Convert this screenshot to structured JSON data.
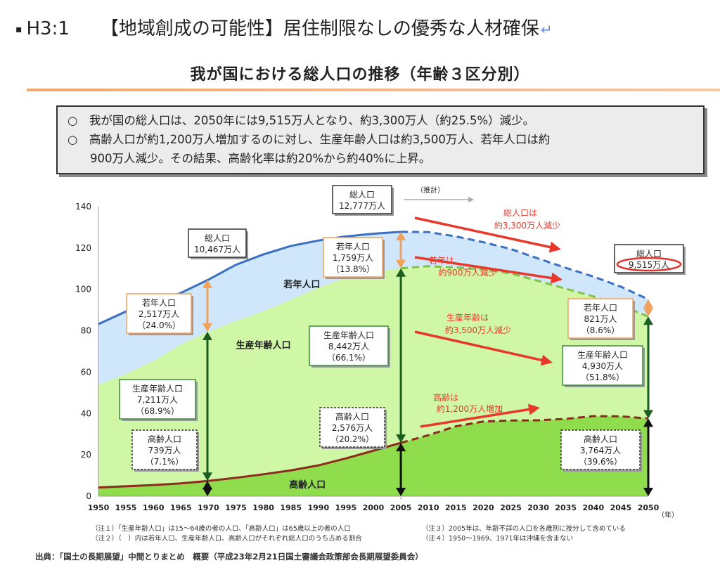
{
  "header": {
    "bullet": "▪",
    "code": "H3:1",
    "title": "【地域創成の可能性】居住制限なしの優秀な人材確保",
    "return_mark": "↵"
  },
  "chart_title": "我が国における総人口の推移（年齢３区分別）",
  "summary": {
    "line1": "○　我が国の総人口は、2050年には9,515万人となり、約3,300万人（約25.5%）減少。",
    "line2": "○　高齢人口が約1,200万人増加するのに対し、生産年齢人口は約3,500万人、若年人口は約",
    "line3": "900万人減少。その結果、高齢化率は約20%から約40%に上昇。"
  },
  "colors": {
    "total_line": "#3a6fc4",
    "young_fill": "#cfe6fb",
    "working_fill": "#cff7a6",
    "elderly_fill": "#8fdc4c",
    "elderly_line": "#8c2a1e",
    "working_dash": "#7fc24a",
    "arrow_red": "#e8382a",
    "arrow_orange": "#f2a15c",
    "arrow_green": "#1b5e20",
    "callout_blue_border": "#6b8fd6",
    "callout_orange_border": "#f2a15c",
    "callout_green_border": "#3a8a3a"
  },
  "chart_data": {
    "type": "area",
    "x": [
      1950,
      1955,
      1960,
      1965,
      1970,
      1975,
      1980,
      1985,
      1990,
      1995,
      2000,
      2005,
      2010,
      2015,
      2020,
      2025,
      2030,
      2035,
      2040,
      2045,
      2050
    ],
    "x_ticks": [
      "1950",
      "1955",
      "1960",
      "1965",
      "1970",
      "1975",
      "1980",
      "1985",
      "1990",
      "1995",
      "2000",
      "2005",
      "2010",
      "2015",
      "2020",
      "2025",
      "2030",
      "2035",
      "2040",
      "2045",
      "2050"
    ],
    "x_unit": "（年）",
    "ylim": [
      0,
      140
    ],
    "y_ticks": [
      "0",
      "20",
      "40",
      "60",
      "80",
      "100",
      "120",
      "140"
    ],
    "grid": false,
    "projection_start": 2005,
    "projection_label": "（推計）",
    "series": [
      {
        "name": "高齢人口",
        "values": [
          4.2,
          4.8,
          5.4,
          6.2,
          7.4,
          8.9,
          10.6,
          12.5,
          14.9,
          18.3,
          22.0,
          25.8,
          29.5,
          33.8,
          36.1,
          36.6,
          36.7,
          37.4,
          38.7,
          38.6,
          37.6
        ]
      },
      {
        "name": "生産年齢人口",
        "values": [
          49.7,
          54.3,
          60.0,
          67.2,
          72.1,
          75.8,
          78.8,
          82.5,
          85.9,
          87.2,
          86.4,
          84.4,
          81.7,
          76.8,
          73.6,
          71.1,
          67.4,
          62.9,
          57.9,
          53.5,
          49.3
        ]
      },
      {
        "name": "若年人口",
        "values": [
          29.4,
          29.8,
          28.1,
          25.5,
          25.2,
          27.2,
          27.5,
          26.0,
          22.5,
          20.0,
          18.5,
          17.6,
          16.5,
          15.0,
          13.2,
          11.8,
          10.8,
          10.1,
          9.6,
          9.2,
          8.6
        ]
      }
    ],
    "total_values": [
      83.2,
      89.3,
      93.4,
      98.3,
      104.7,
      111.9,
      116.9,
      121.0,
      123.6,
      125.6,
      126.9,
      127.8,
      127.7,
      125.6,
      122.8,
      119.5,
      114.9,
      110.4,
      106.2,
      101.3,
      95.2
    ],
    "area_labels": {
      "young": "若年人口",
      "working": "生産年齢人口",
      "elderly": "高齢人口"
    },
    "annotations": {
      "c1970_total": [
        "総人口",
        "10,467万人"
      ],
      "c1970_young": [
        "若年人口",
        "2,517万人",
        "（24.0%）"
      ],
      "c1970_working": [
        "生産年齢人口",
        "7,211万人",
        "（68.9%）"
      ],
      "c1970_elderly": [
        "高齢人口",
        "739万人",
        "（7.1%）"
      ],
      "c2005_total": [
        "総人口",
        "12,777万人"
      ],
      "c2005_young": [
        "若年人口",
        "1,759万人",
        "（13.8%）"
      ],
      "c2005_working": [
        "生産年齢人口",
        "8,442万人",
        "（66.1%）"
      ],
      "c2005_elderly": [
        "高齢人口",
        "2,576万人",
        "（20.2%）"
      ],
      "c2050_total": [
        "総人口",
        "9,515万人"
      ],
      "c2050_young": [
        "若年人口",
        "821万人",
        "（8.6%）"
      ],
      "c2050_working": [
        "生産年齢人口",
        "4,930万人",
        "（51.8%）"
      ],
      "c2050_elderly": [
        "高齢人口",
        "3,764万人",
        "（39.6%）"
      ],
      "trend_total": [
        "総人口は",
        "約3,300万人減少"
      ],
      "trend_young": [
        "若年は",
        "約900万人減少"
      ],
      "trend_working": [
        "生産年齢は",
        "約3,500万人減少"
      ],
      "trend_elderly": [
        "高齢は",
        "約1,200万人増加"
      ]
    }
  },
  "footnotes": {
    "n1": "（注１）「生産年齢人口」は15～64歳の者の人口、「高齢人口」は65歳以上の者の人口",
    "n2": "（注２）（　）内は若年人口、生産年齢人口、高齢人口がそれぞれ総人口のうち占める割合",
    "n3": "（注３）2005年は、年齢不詳の人口を各歳別に按分して含めている",
    "n4": "（注４）1950～1969、1971年は沖縄を含まない"
  },
  "source": "出典：「国土の長期展望」中間とりまとめ　概要（平成23年2月21日国土審議会政策部会長期展望委員会）"
}
